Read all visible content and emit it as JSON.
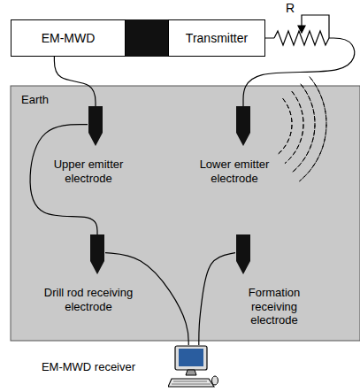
{
  "diagram": {
    "nodes": [
      {
        "text": [
          "EM-MWD"
        ]
      },
      {
        "text": [
          "Transmitter"
        ]
      },
      {
        "text": [
          "Earth"
        ]
      },
      {
        "text": [
          "Upper emitter electrode"
        ],
        "in": 2
      },
      {
        "text": [
          "Lower emitter electrode"
        ],
        "in": 2
      },
      {
        "text": [
          "Drill rod receiving electrode"
        ],
        "in": 2
      },
      {
        "text": [
          "Formation receiving electrode"
        ],
        "in": 2
      },
      {
        "text": [
          "EM-MWD receiver"
        ]
      }
    ],
    "edges": [
      {
        "from": 0,
        "to": 3,
        "arrow": "none"
      },
      {
        "from": 1,
        "to": 4,
        "arrow": "none"
      },
      {
        "from": 3,
        "to": 5,
        "arrow": "none"
      },
      {
        "from": 5,
        "to": 7,
        "arrow": "none"
      },
      {
        "from": 6,
        "to": 7,
        "arrow": "none"
      }
    ],
    "labels": [
      "R"
    ]
  }
}
